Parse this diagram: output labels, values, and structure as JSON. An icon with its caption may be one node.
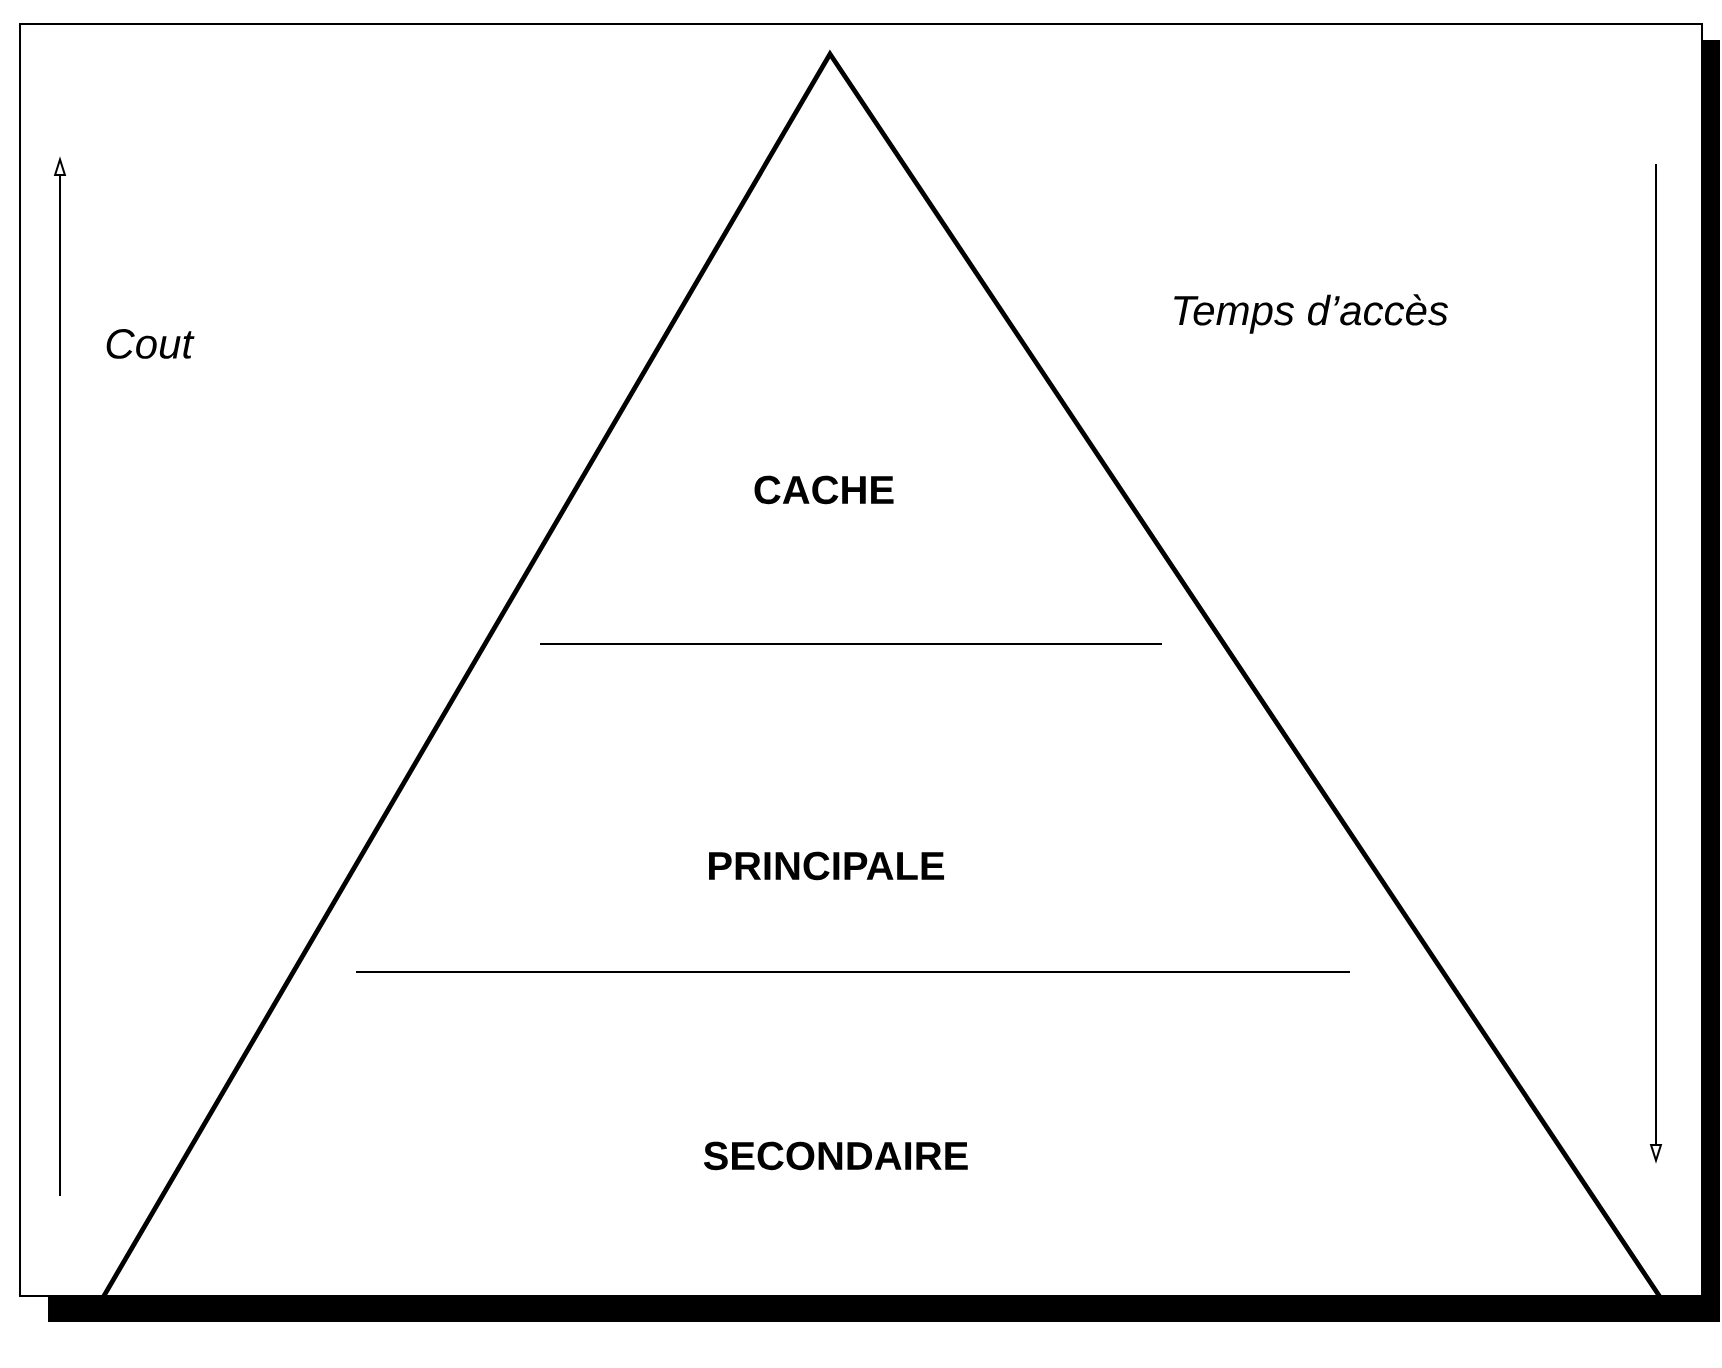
{
  "diagram": {
    "nodes": [
      {
        "text": [
          "CACHE"
        ]
      },
      {
        "text": [
          "PRINCIPALE"
        ]
      },
      {
        "text": [
          "SECONDAIRE"
        ]
      }
    ],
    "labels": [
      "Cout",
      "Temps d’accès"
    ]
  }
}
